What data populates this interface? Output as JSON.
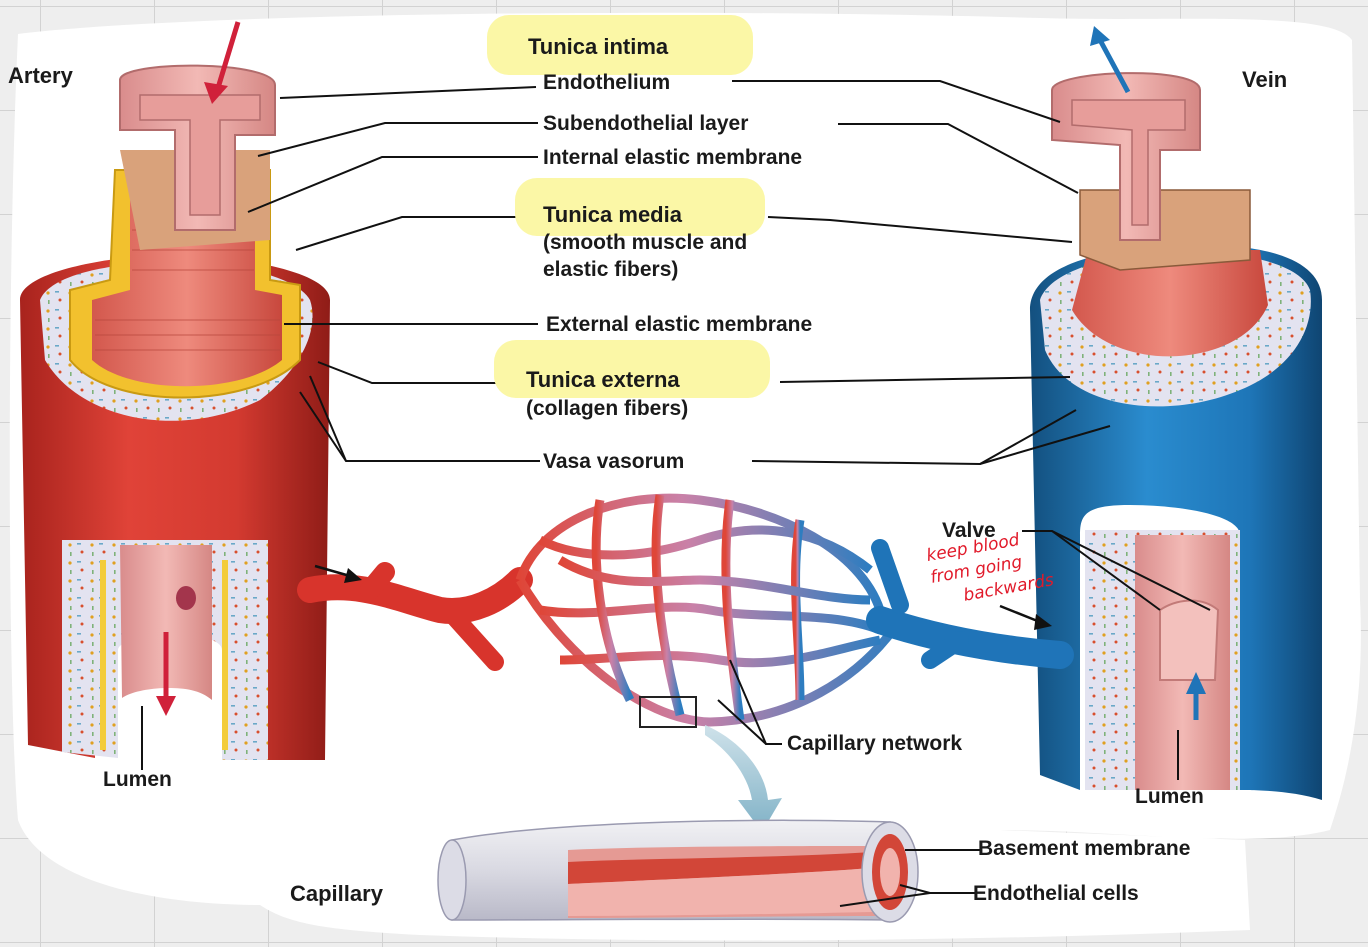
{
  "titles": {
    "artery": "Artery",
    "vein": "Vein",
    "capillary": "Capillary"
  },
  "labels": {
    "tunica_intima": "Tunica intima",
    "endothelium": "Endothelium",
    "subendothelial": "Subendothelial layer",
    "internal_elastic": "Internal elastic membrane",
    "tunica_media": "Tunica media",
    "tunica_media_sub1": "(smooth muscle and",
    "tunica_media_sub2": "elastic fibers)",
    "external_elastic": "External elastic membrane",
    "tunica_externa": "Tunica externa",
    "tunica_externa_sub": "(collagen fibers)",
    "vasa_vasorum": "Vasa vasorum",
    "valve": "Valve",
    "capillary_network": "Capillary network",
    "lumen_artery": "Lumen",
    "lumen_vein": "Lumen",
    "basement_membrane": "Basement membrane",
    "endothelial_cells": "Endothelial cells"
  },
  "handwritten_note": {
    "line1": "keep blood",
    "line2": "from going",
    "line3": "backwards"
  },
  "colors": {
    "highlight": "#fbf7a6",
    "artery_red": "#d8342c",
    "vein_blue": "#1f74b8",
    "note_red": "#e11a2a"
  }
}
